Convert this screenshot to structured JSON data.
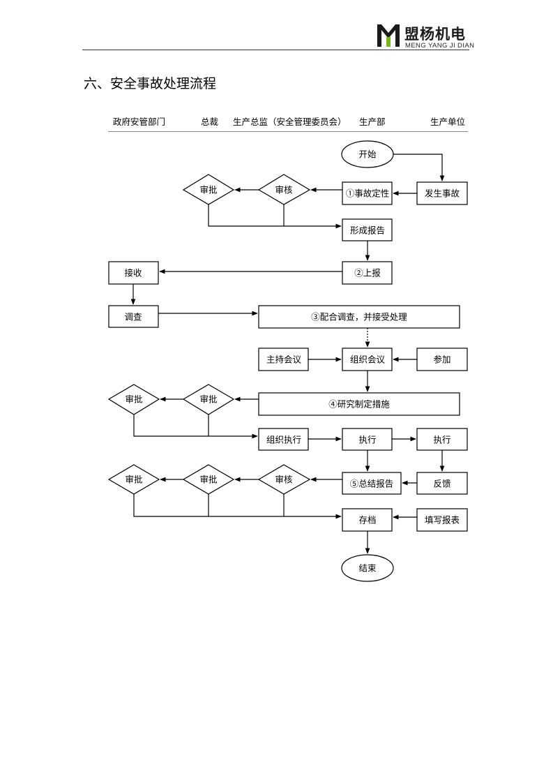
{
  "header": {
    "logo_cn": "盟杨机电",
    "logo_en": "MENG YANG JI DIAN",
    "brand_green": "#7ab51d",
    "logo_icon": "my-logo-mark"
  },
  "page_title": "六、安全事故处理流程",
  "lanes": [
    "政府安管部门",
    "总裁",
    "生产总监（安全管理委员会）",
    "生产部",
    "生产单位"
  ],
  "nodes": {
    "start": "开始",
    "accident": "发生事故",
    "determine": "①事故定性",
    "review1": "审核",
    "approve1": "审批",
    "report_form": "形成报告",
    "submit": "②上报",
    "receive": "接收",
    "investigate": "调查",
    "cooperate": "③配合调查，并接受处理",
    "host_meeting": "主持会议",
    "org_meeting": "组织会议",
    "attend": "参加",
    "measures": "④研究制定措施",
    "approve2a": "审批",
    "approve2b": "审批",
    "org_execute": "组织执行",
    "execute_dept": "执行",
    "execute_unit": "执行",
    "summary": "⑤总结报告",
    "feedback": "反馈",
    "review3": "审核",
    "approve3a": "审批",
    "approve3b": "审批",
    "archive": "存档",
    "fill_form": "填写报表",
    "end": "结束"
  }
}
